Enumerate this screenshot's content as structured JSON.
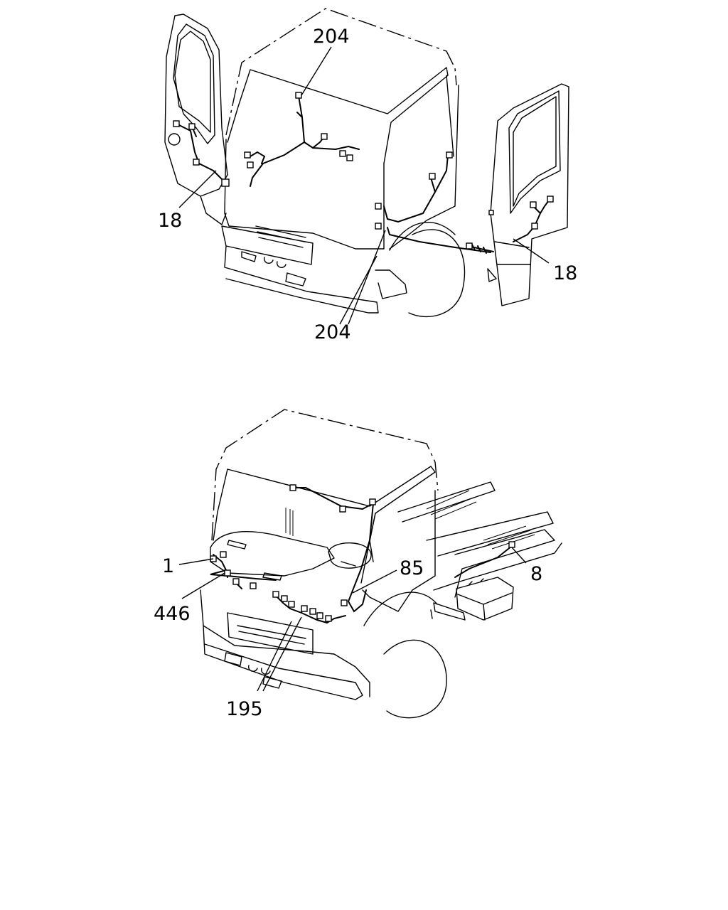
{
  "diagrams": [
    {
      "callouts": [
        {
          "id": "c1",
          "text": "204"
        },
        {
          "id": "c2",
          "text": "18"
        },
        {
          "id": "c3",
          "text": "18"
        },
        {
          "id": "c4",
          "text": "204"
        }
      ]
    },
    {
      "callouts": [
        {
          "id": "c1",
          "text": "1"
        },
        {
          "id": "c2",
          "text": "85"
        },
        {
          "id": "c3",
          "text": "8"
        },
        {
          "id": "c4",
          "text": "446"
        },
        {
          "id": "c5",
          "text": "195"
        }
      ]
    }
  ]
}
